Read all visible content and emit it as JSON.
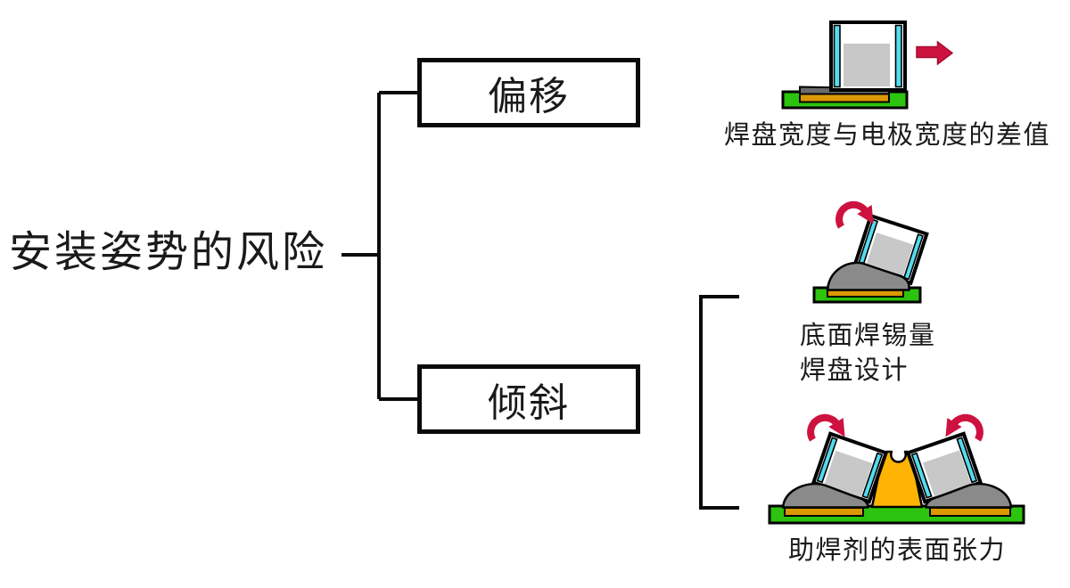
{
  "root": {
    "label": "安装姿势的风险"
  },
  "nodes": [
    {
      "id": "offset",
      "label": "偏移"
    },
    {
      "id": "tilt",
      "label": "倾斜"
    }
  ],
  "illustrations": [
    {
      "name": "pad-offset",
      "caption": "焊盘宽度与电极宽度的差值"
    },
    {
      "name": "single-tilt",
      "caption_lines": [
        "底面焊锡量",
        "焊盘设计"
      ]
    },
    {
      "name": "tombstoning",
      "caption": "助焊剂的表面张力"
    }
  ],
  "colors": {
    "accent_red": "#CE1240",
    "accent_red_dark": "#A80D33",
    "board_green": "#2CC40E",
    "pad_orange": "#DB9803",
    "flux_yellow": "#FFB404",
    "electrode_cyan": "#55DCEE",
    "chip_body_grey": "#C8C8C8",
    "solder_grey": "#8A8A8A",
    "solder_dark_grey": "#6B6B6B",
    "line_black": "#0A0A0A",
    "text_black": "#1A1A1A"
  }
}
